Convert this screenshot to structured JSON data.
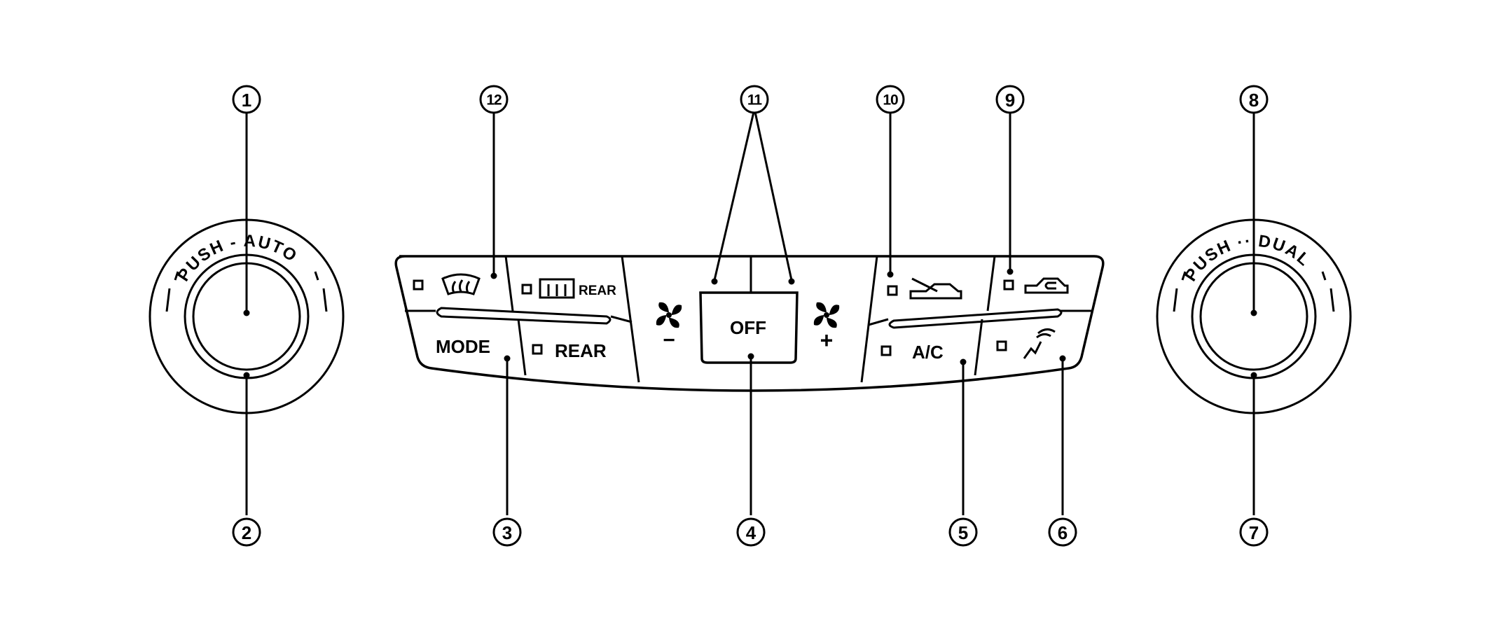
{
  "callouts": [
    "1",
    "2",
    "3",
    "4",
    "5",
    "6",
    "7",
    "8",
    "9",
    "10",
    "11",
    "12"
  ],
  "left_knob": {
    "ring_left": "PUSH",
    "ring_right": "AUTO"
  },
  "right_knob": {
    "ring_left": "PUSH",
    "ring_right": "DUAL"
  },
  "buttons": {
    "rear_defrost_label": "REAR",
    "mode_label": "MODE",
    "rear_label": "REAR",
    "off_label": "OFF",
    "ac_label": "A/C",
    "fan_minus": "−",
    "fan_plus": "+"
  },
  "icons": {
    "front_defrost": "windshield-defrost-icon",
    "rear_defrost": "rear-window-defrost-icon",
    "fan": "fan-icon",
    "outside_air": "outside-air-intake-icon",
    "recirculation": "air-recirculation-icon",
    "intake_sensor": "intake-sensor-icon"
  }
}
